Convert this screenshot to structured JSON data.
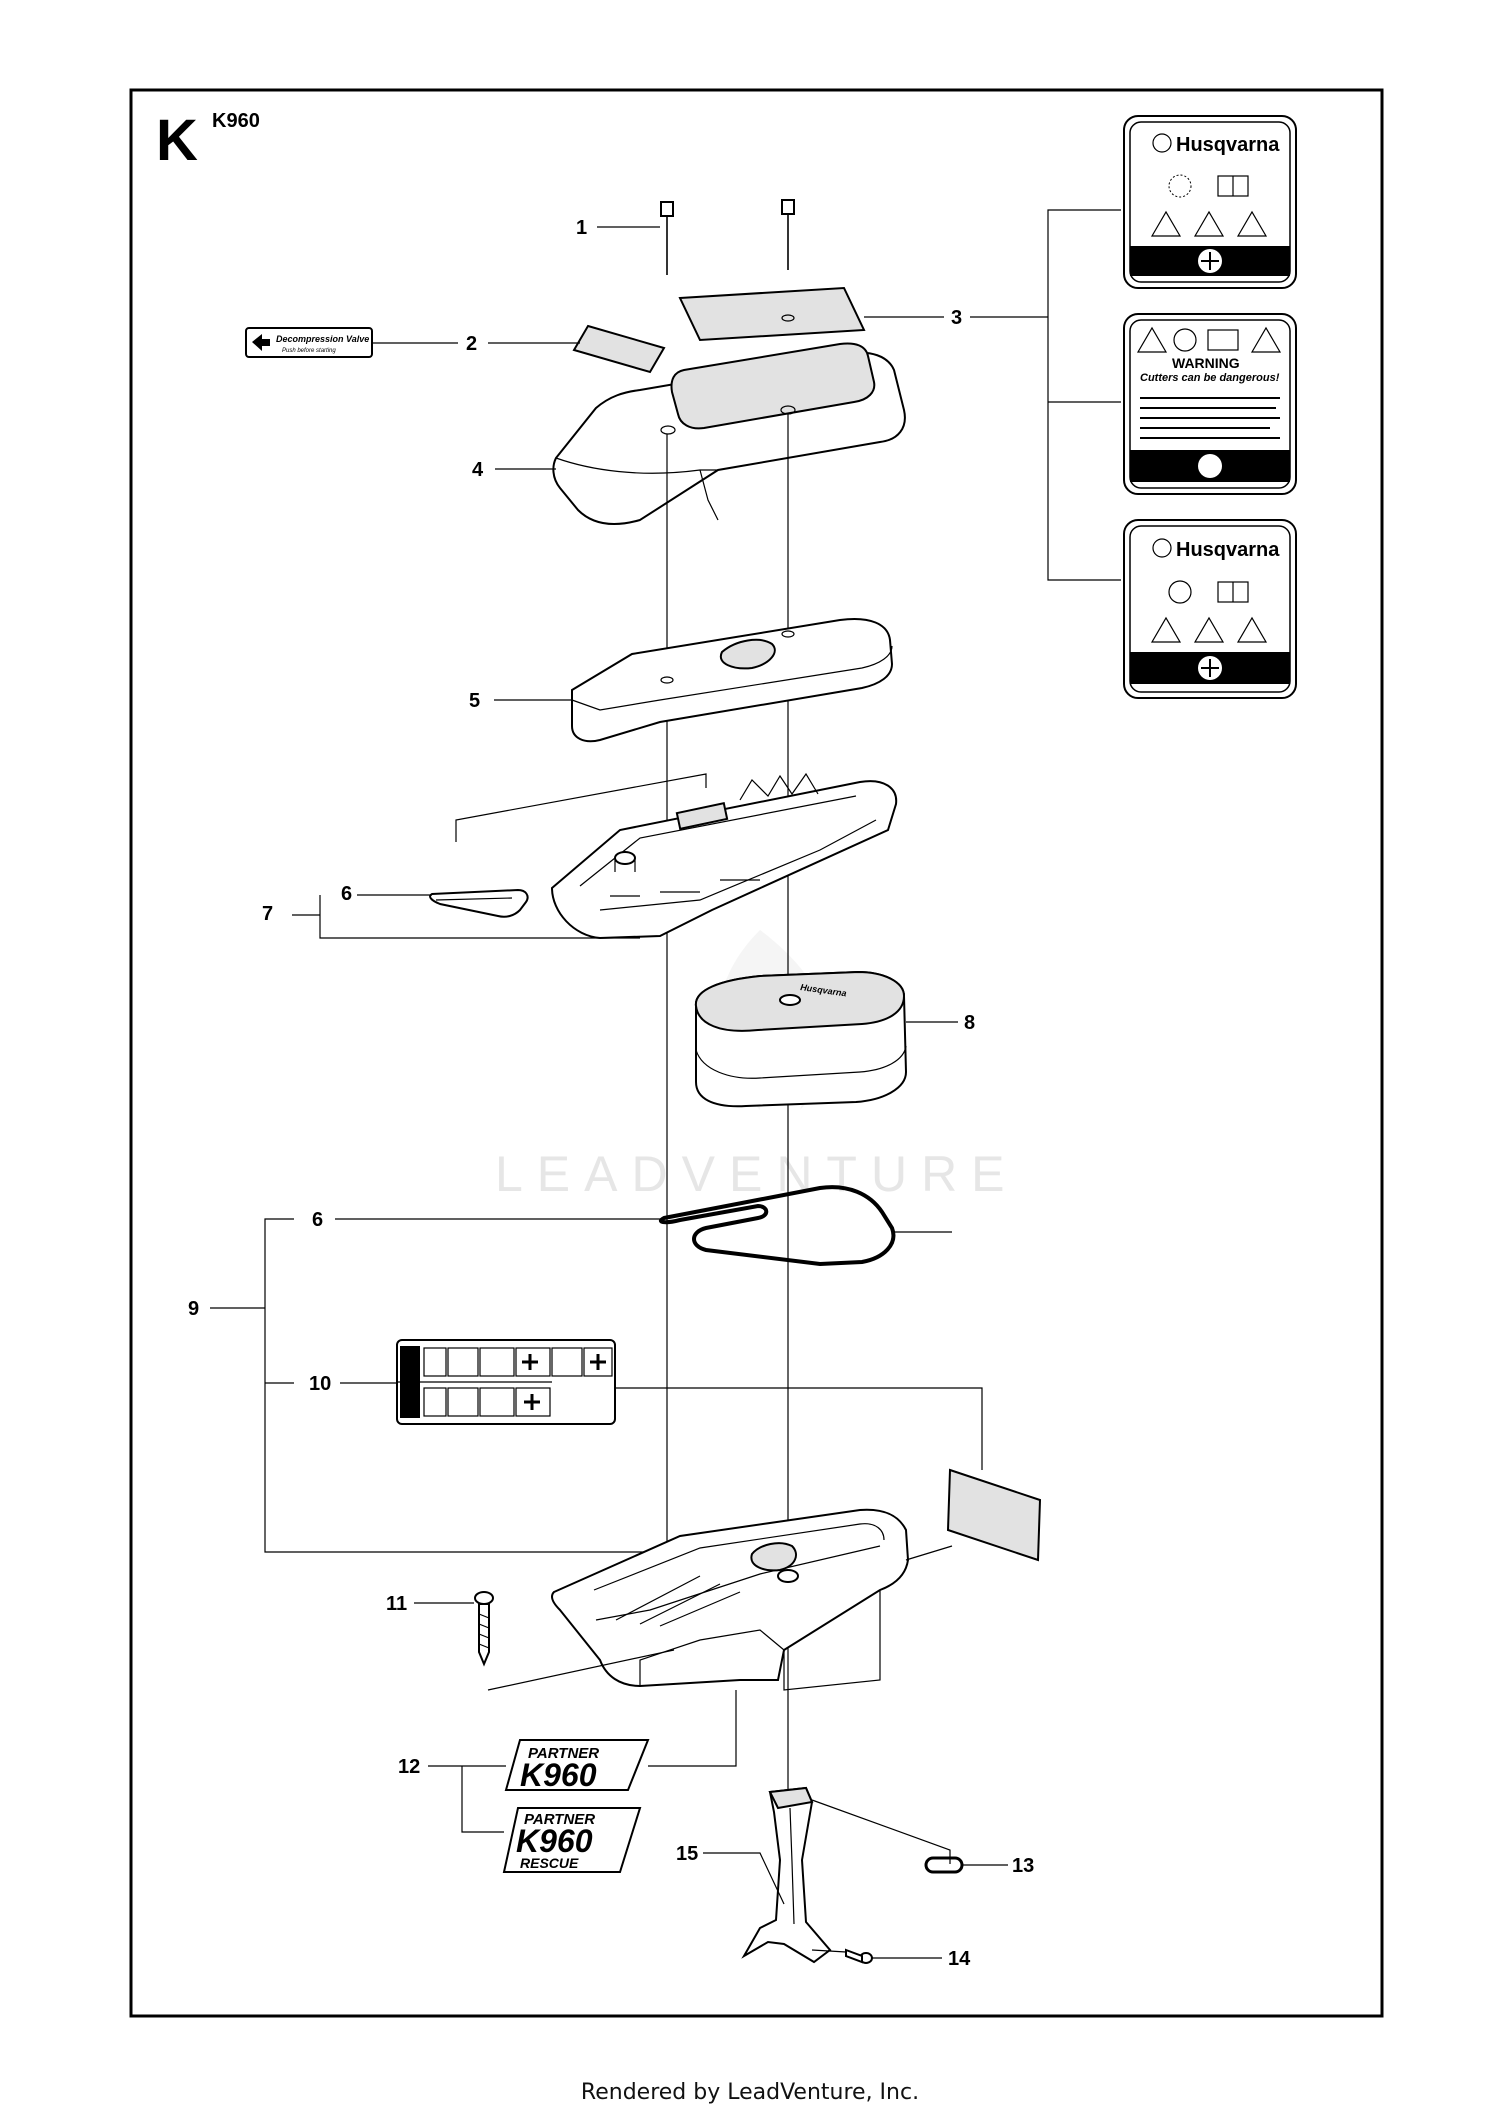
{
  "diagram": {
    "section_letter": "K",
    "model": "K960",
    "watermark": "LEADVENTURE",
    "callouts": {
      "c1": "1",
      "c2": "2",
      "c3": "3",
      "c4": "4",
      "c5": "5",
      "c6a": "6",
      "c6b": "6",
      "c7": "7",
      "c8": "8",
      "c9": "9",
      "c10": "10",
      "c11": "11",
      "c12": "12",
      "c13": "13",
      "c14": "14",
      "c15": "15"
    },
    "labels": {
      "brand": "Husqvarna",
      "warning_title": "WARNING",
      "warning_subtitle": "Cutters can be dangerous!",
      "decompression": "Decompression Valve",
      "decompression_sub": "Push before starting",
      "partner": "PARTNER",
      "model_decal": "K960",
      "rescue": "RESCUE"
    }
  },
  "footer": "Rendered by LeadVenture, Inc."
}
